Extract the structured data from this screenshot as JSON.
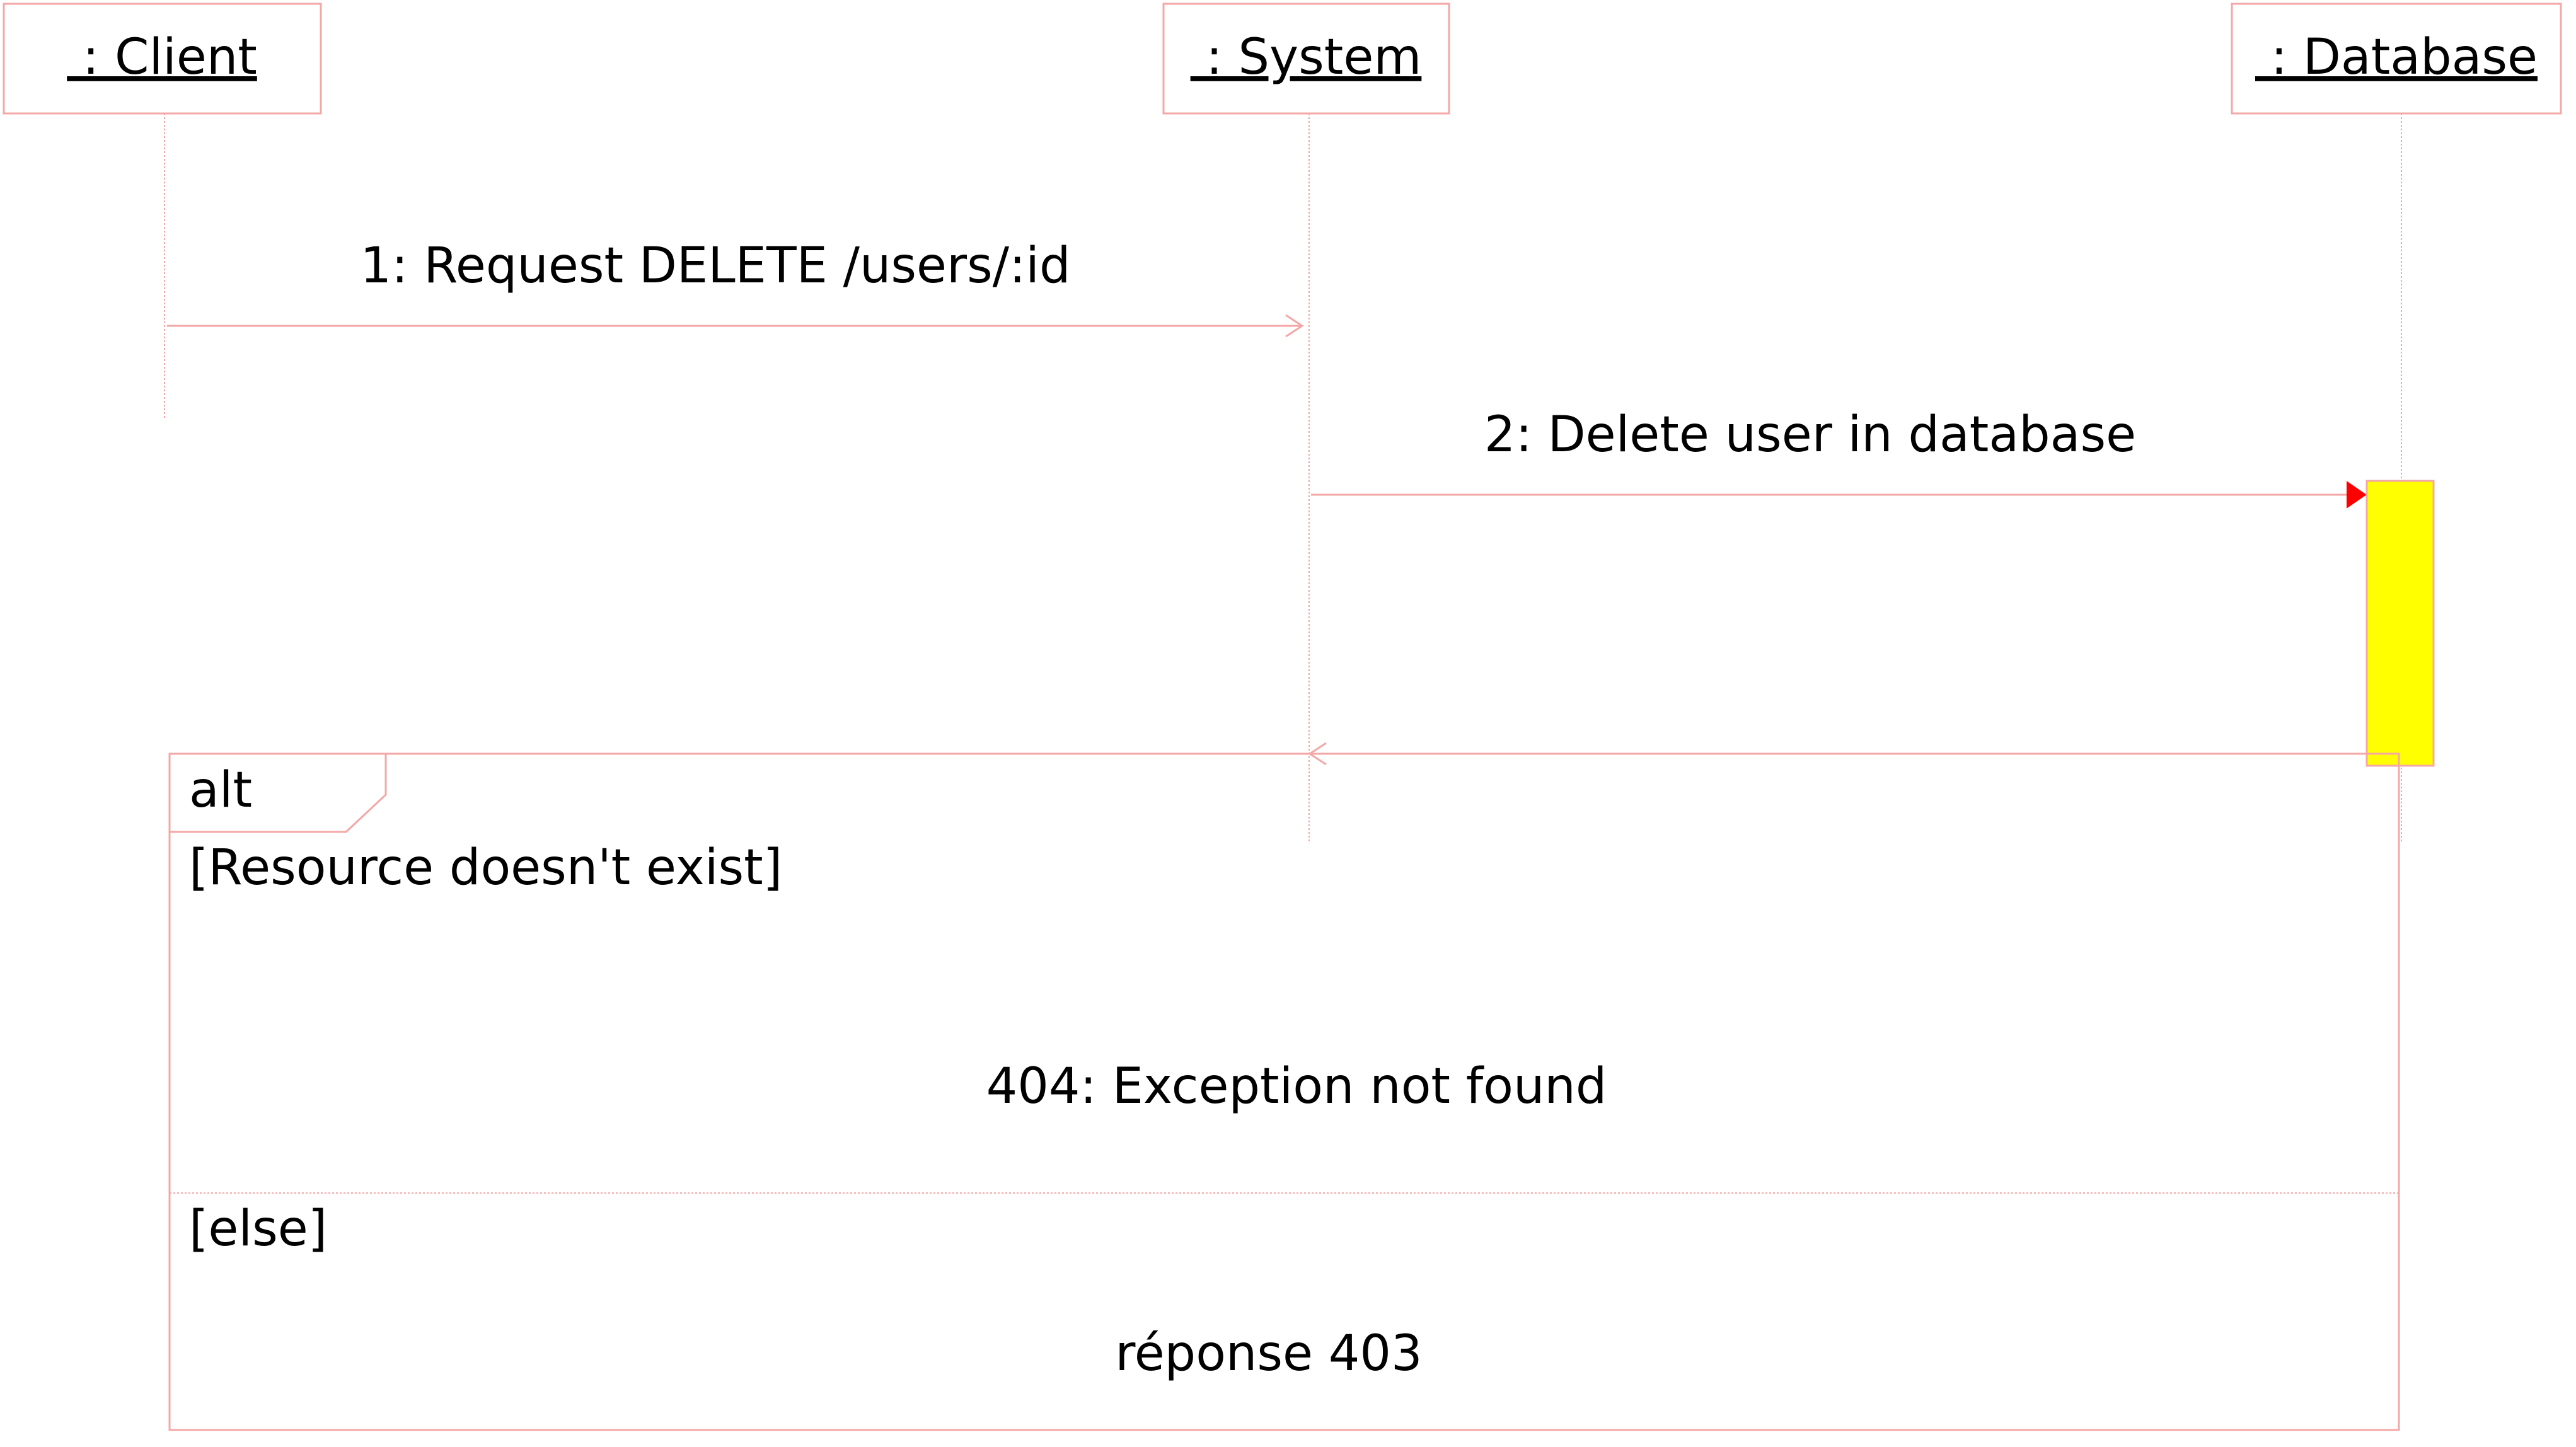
{
  "diagram": {
    "colors": {
      "line": "#f4a7a7",
      "arrowhead_filled": "#ff0000",
      "activation_fill": "#ffff00",
      "activation_stroke": "#f4a7a7",
      "text": "#000000",
      "background": "#ffffff"
    },
    "lifelines": [
      {
        "id": "client",
        "label": " : Client"
      },
      {
        "id": "system",
        "label": " : System"
      },
      {
        "id": "database",
        "label": " : Database"
      }
    ],
    "messages": [
      {
        "id": "m1",
        "label": "1: Request DELETE /users/:id",
        "from": "client",
        "to": "system",
        "style": "open-arrow"
      },
      {
        "id": "m2",
        "label": "2: Delete user in database",
        "from": "system",
        "to": "database",
        "style": "filled-arrow"
      },
      {
        "id": "m3",
        "label": "",
        "from": "database",
        "to": "system",
        "style": "open-arrow"
      }
    ],
    "fragment": {
      "operator": "alt",
      "operands": [
        {
          "guard": "[Resource doesn't exist]",
          "message": "404: Exception not found"
        },
        {
          "guard": "[else]",
          "message": "réponse 403"
        }
      ]
    }
  }
}
